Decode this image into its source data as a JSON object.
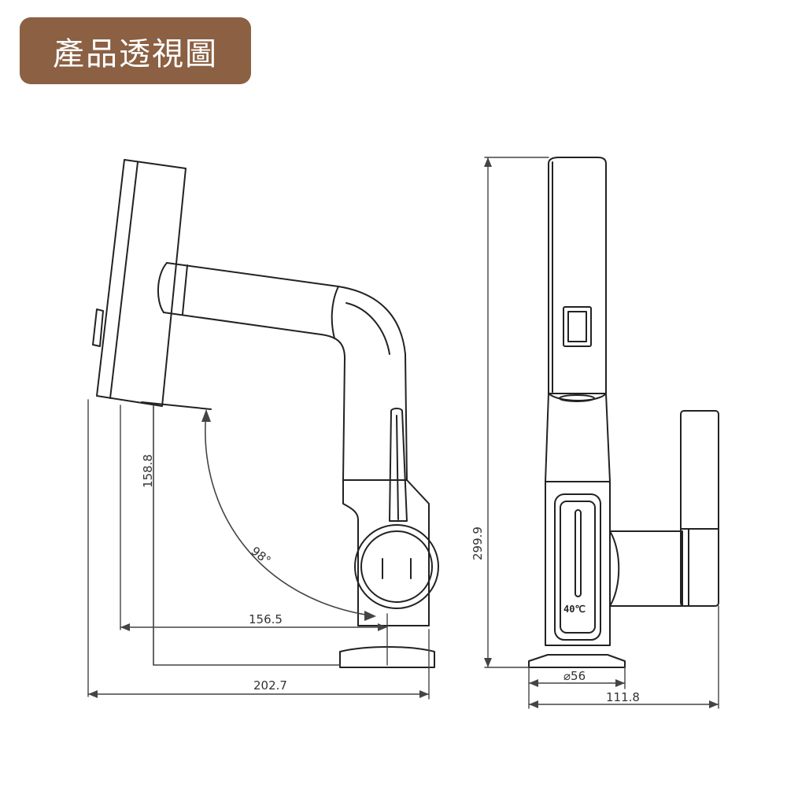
{
  "title": "產品透視圖",
  "colors": {
    "badge": "#8b6043",
    "line": "#222222",
    "dim_line": "#444444"
  },
  "side_view": {
    "dim_height": "158.8",
    "dim_reach": "156.5",
    "dim_depth": "202.7",
    "angle": "98°"
  },
  "front_view": {
    "dim_height": "299.9",
    "dim_base_diameter": "⌀56",
    "dim_width": "111.8",
    "display_temp": "40℃"
  }
}
